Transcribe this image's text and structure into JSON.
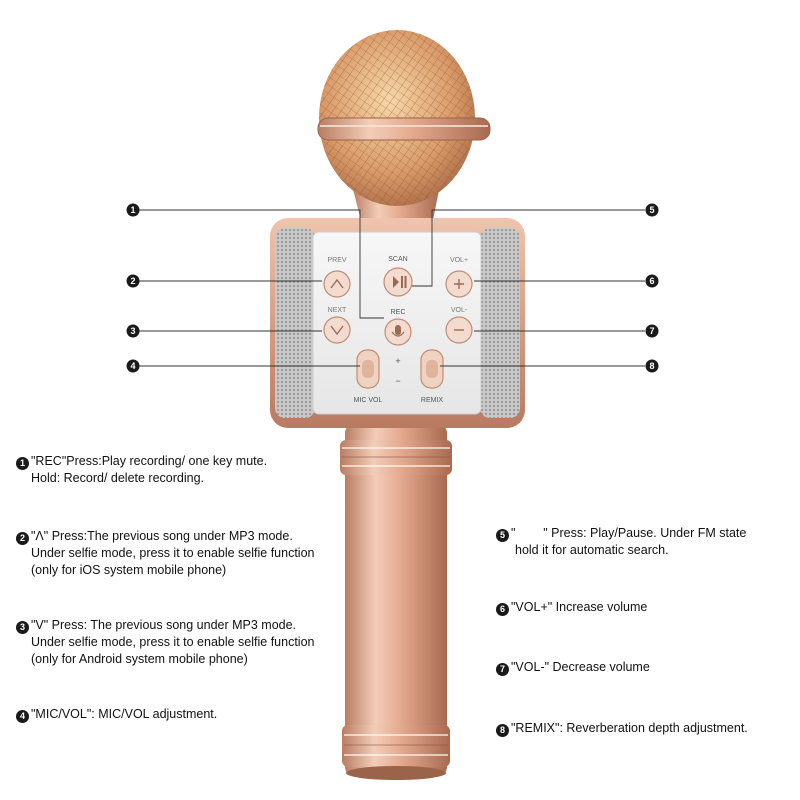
{
  "callouts": [
    "1",
    "2",
    "3",
    "4",
    "5",
    "6",
    "7",
    "8"
  ],
  "button_labels": {
    "prev": "PREV",
    "scan": "SCAN",
    "vol_plus": "VOL+",
    "next": "NEXT",
    "rec": "REC",
    "vol_minus": "VOL-",
    "plus": "+",
    "minus": "−",
    "mic_vol": "MIC VOL",
    "remix": "REMIX"
  },
  "descriptions": [
    {
      "num": "1",
      "lines": [
        "\"REC\"Press:Play recording/ one key mute.",
        "Hold: Record/ delete recording."
      ]
    },
    {
      "num": "2",
      "lines": [
        "\"Λ\" Press:The previous song under MP3 mode.",
        "Under selfie mode, press it to enable selfie function",
        "(only for iOS system mobile phone)"
      ]
    },
    {
      "num": "3",
      "lines": [
        "\"V\" Press: The previous song under MP3 mode.",
        "Under selfie mode, press it to enable selfie function",
        "(only for Android system mobile phone)"
      ]
    },
    {
      "num": "4",
      "lines": [
        "\"MIC/VOL\": MIC/VOL adjustment."
      ]
    },
    {
      "num": "5",
      "lines": [
        "\"        \" Press: Play/Pause. Under FM state",
        "hold it for automatic search."
      ]
    },
    {
      "num": "6",
      "lines": [
        "\"VOL+\" Increase volume"
      ]
    },
    {
      "num": "7",
      "lines": [
        "\"VOL-\" Decrease volume"
      ]
    },
    {
      "num": "8",
      "lines": [
        "\"REMIX\": Reverberation depth adjustment."
      ]
    }
  ]
}
